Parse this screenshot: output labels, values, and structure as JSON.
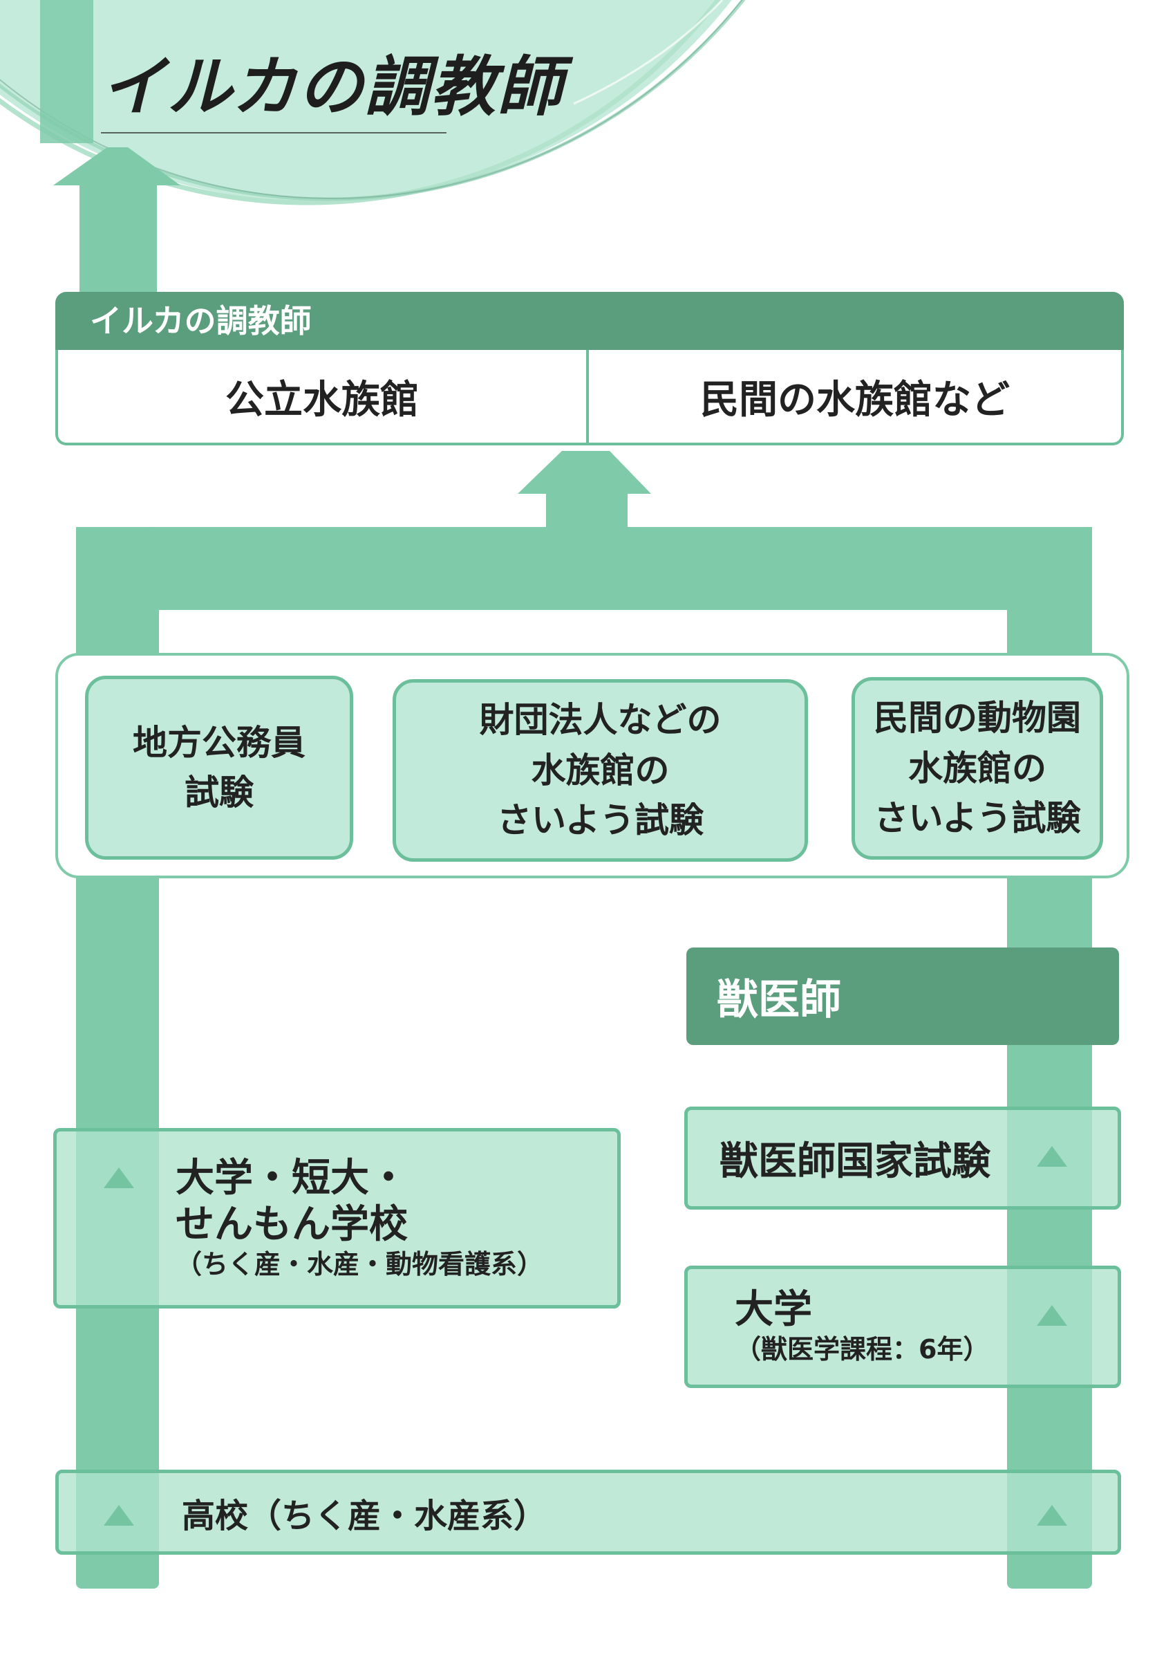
{
  "title": "イルカの調教師",
  "goal": {
    "header": "イルカの調教師",
    "workplaces": [
      "公立水族館",
      "民間の水族館など"
    ]
  },
  "exams": [
    {
      "lines": [
        "地方公務員",
        "試験"
      ]
    },
    {
      "lines": [
        "財団法人などの",
        "水族館の",
        "さいよう試験"
      ]
    },
    {
      "lines": [
        "民間の動物園",
        "水族館の",
        "さいよう試験"
      ]
    }
  ],
  "veterinarian": {
    "header": "獣医師",
    "exam": "獣医師国家試験",
    "university": {
      "name": "大学",
      "note": "（獣医学課程：6年）"
    }
  },
  "college": {
    "lines": [
      "大学・短大・",
      "せんもん学校"
    ],
    "note": "（ちく産・水産・動物看護系）"
  },
  "high_school": "高校（ちく産・水産系）",
  "icons": {
    "step_marker": "up-triangle-icon",
    "flow": "up-arrow-icon"
  },
  "colors": {
    "header_dark": "#5b9e7e",
    "flow_bar": "#7ecaa9",
    "box_fill": "#c2eadb",
    "box_border": "#6cbf9b",
    "title_circle": "#c5ebdc"
  }
}
